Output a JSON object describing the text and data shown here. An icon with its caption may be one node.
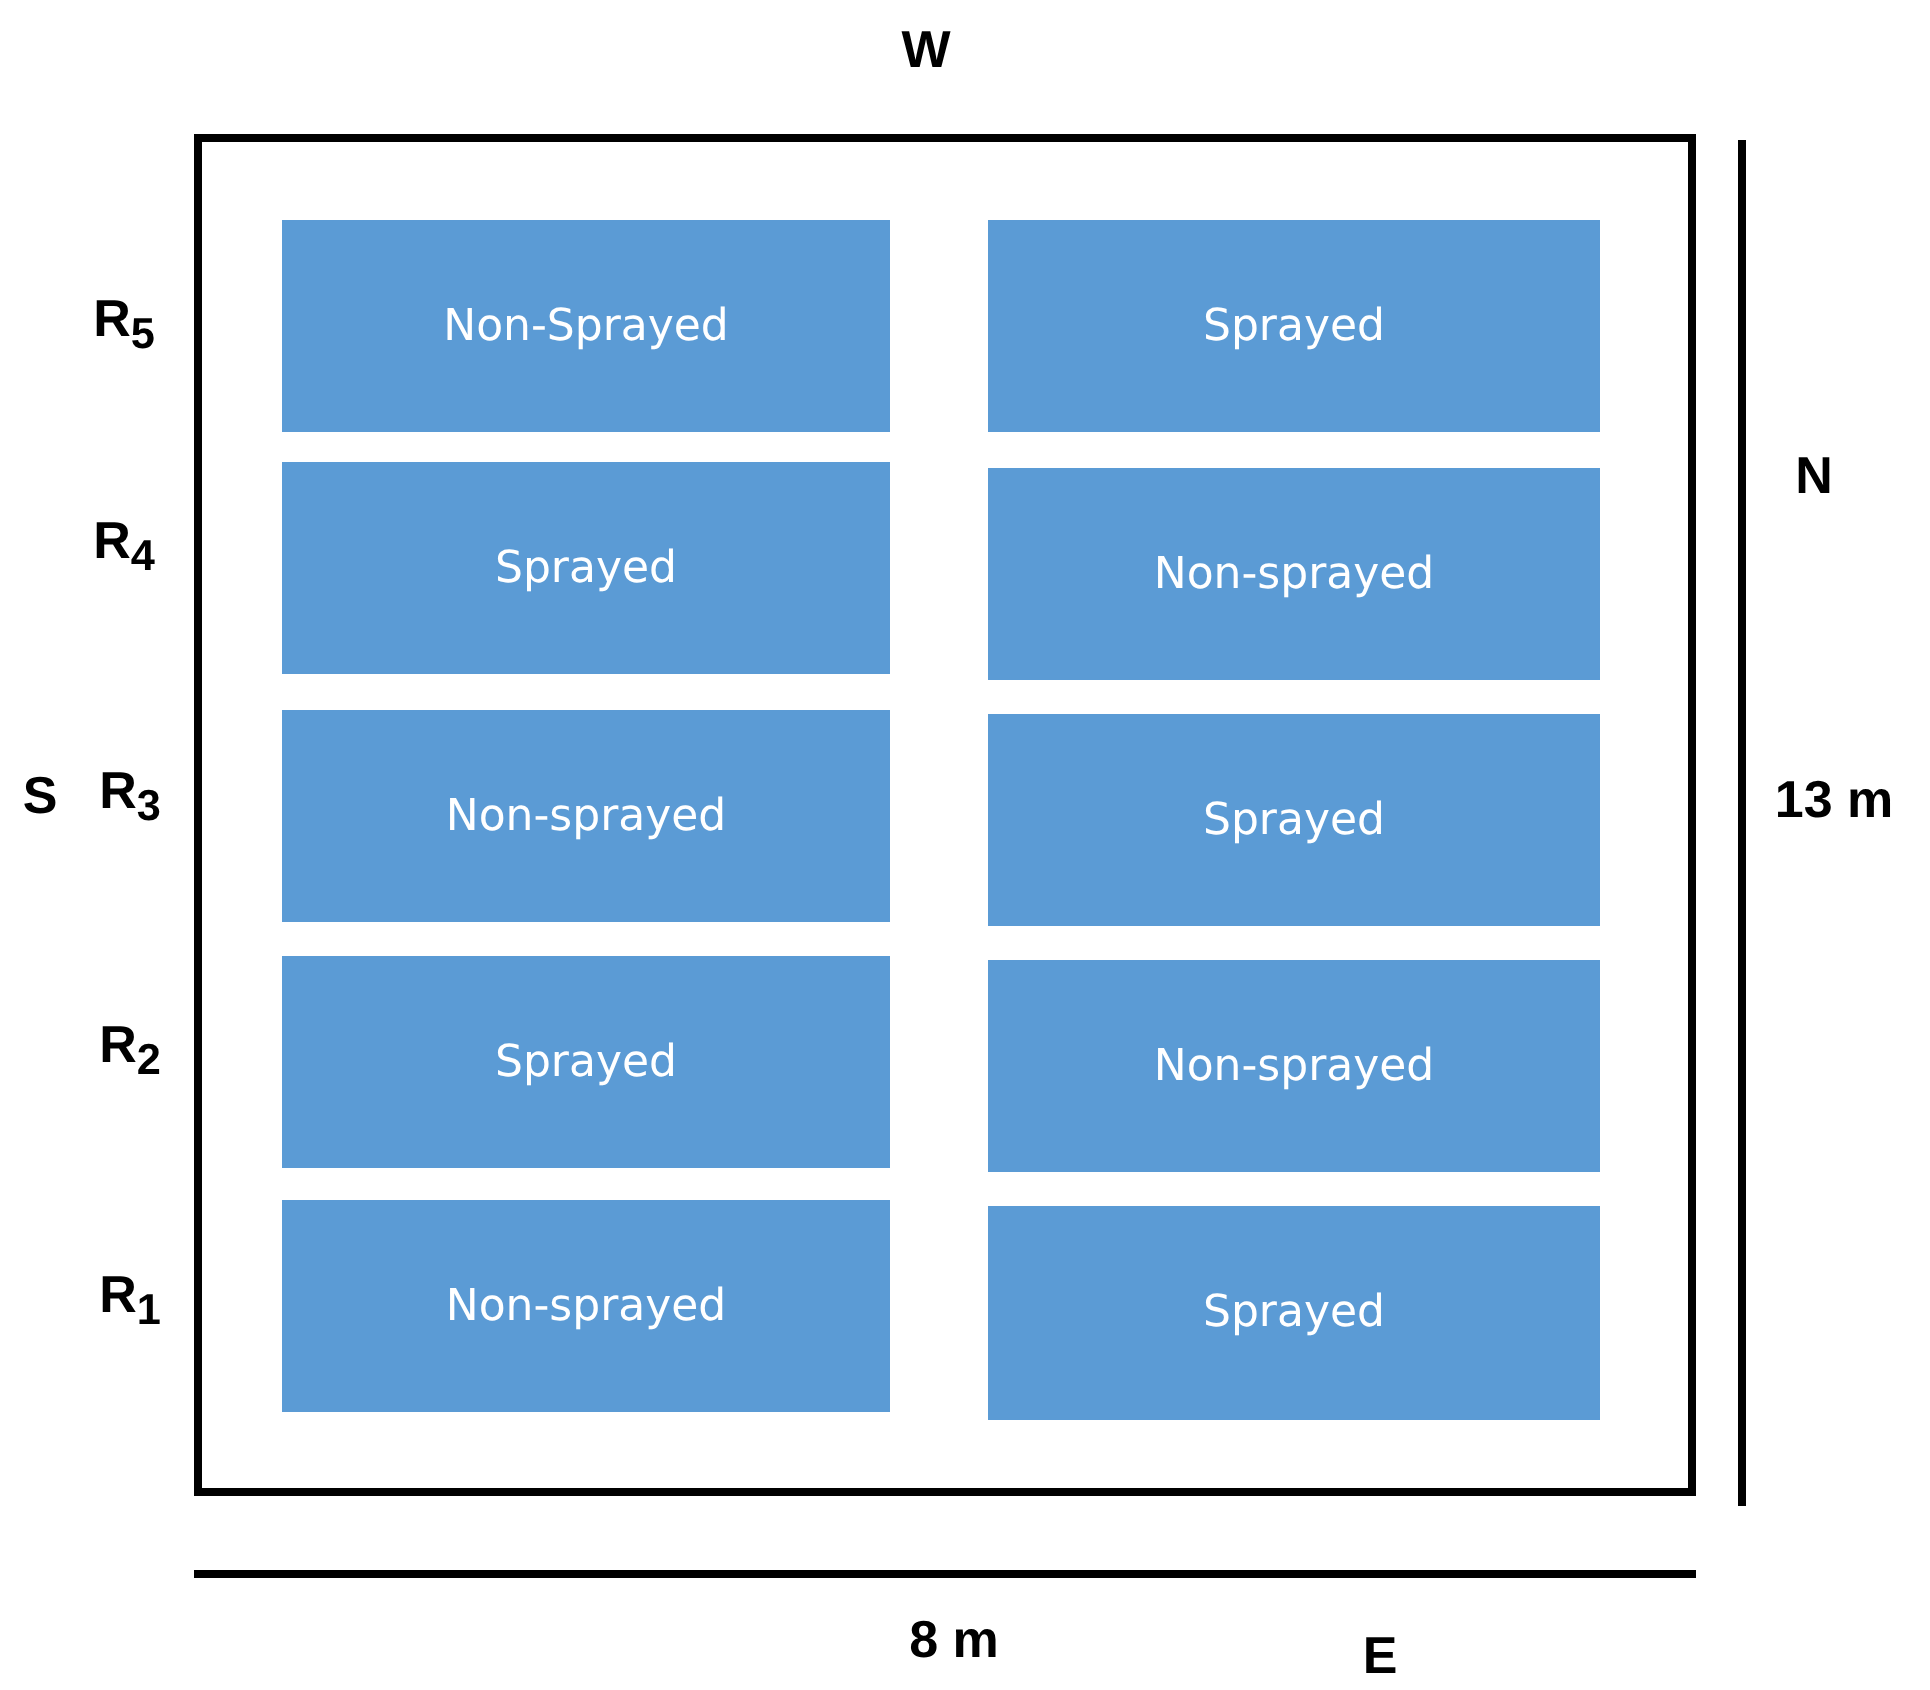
{
  "diagram": {
    "nodes": [
      {
        "text": [],
        "shape": "box"
      },
      {
        "text": [
          "Non-Sprayed"
        ],
        "in": 0
      },
      {
        "text": [
          "Sprayed"
        ],
        "in": 0
      },
      {
        "text": [
          "Sprayed"
        ],
        "in": 0
      },
      {
        "text": [
          "Non-sprayed"
        ],
        "in": 0
      },
      {
        "text": [
          "Non-sprayed"
        ],
        "in": 0
      },
      {
        "text": [
          "Sprayed"
        ],
        "in": 0
      },
      {
        "text": [
          "Sprayed"
        ],
        "in": 0
      },
      {
        "text": [
          "Non-sprayed"
        ],
        "in": 0
      },
      {
        "text": [
          "Non-sprayed"
        ],
        "in": 0
      },
      {
        "text": [
          "Sprayed"
        ],
        "in": 0
      }
    ],
    "edges": [],
    "labels": [
      "W",
      "R$_{5}$",
      "N",
      "R$_{4}$",
      "S",
      "R$_{3}$",
      "13 m",
      "R$_{2}$",
      "R$_{1}$",
      "8 m",
      "E"
    ]
  }
}
